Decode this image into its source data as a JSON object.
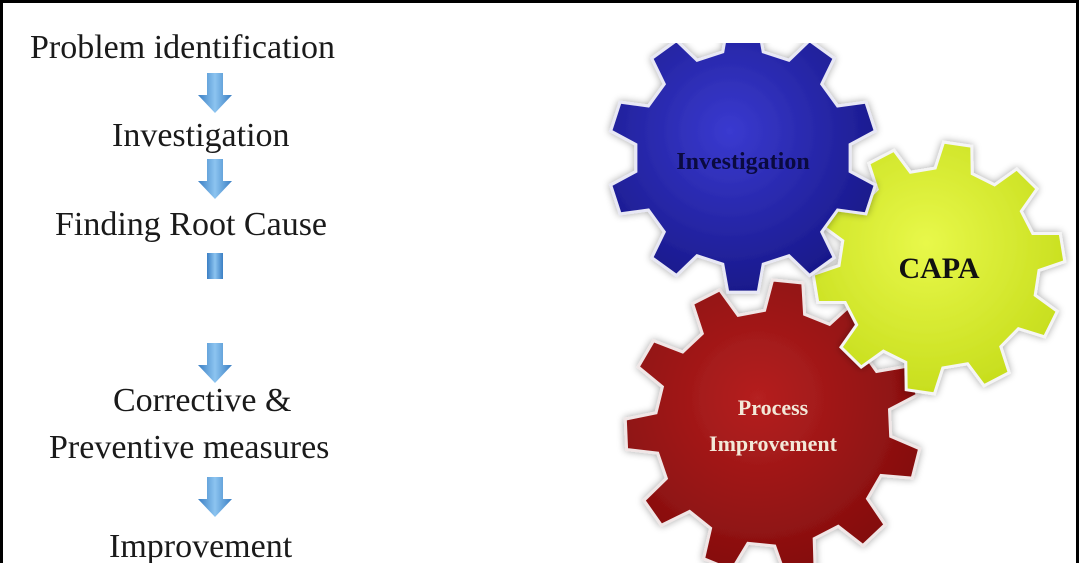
{
  "flow": {
    "steps": [
      "Problem identification",
      "Investigation",
      "Finding Root Cause",
      "Corrective &",
      "Preventive measures",
      "Improvement"
    ]
  },
  "gears": {
    "investigation": {
      "label": "Investigation",
      "color": "#2626a8"
    },
    "capa": {
      "label": "CAPA",
      "color": "#d8ef2a"
    },
    "process": {
      "line1": "Process",
      "line2": "Improvement",
      "color": "#a11414"
    }
  },
  "colors": {
    "arrow": "#5aa0dc",
    "text": "#1a1a1a"
  }
}
